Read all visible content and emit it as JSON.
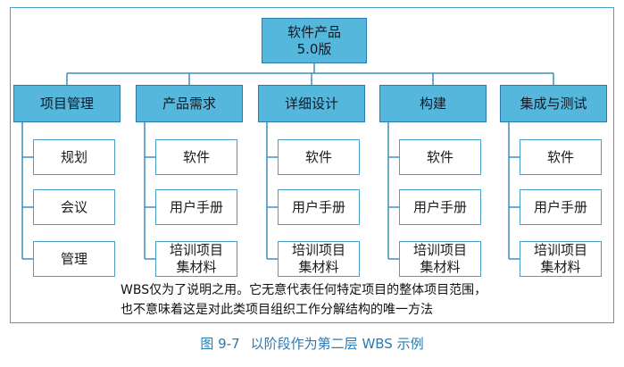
{
  "root": {
    "line1": "软件产品",
    "line2": "5.0版"
  },
  "branches": [
    {
      "label": "项目管理",
      "children": [
        "规划",
        "会议",
        "管理"
      ]
    },
    {
      "label": "产品需求",
      "children": [
        "软件",
        "用户手册",
        "培训项目集材料"
      ]
    },
    {
      "label": "详细设计",
      "children": [
        "软件",
        "用户手册",
        "培训项目集材料"
      ]
    },
    {
      "label": "构建",
      "children": [
        "软件",
        "用户手册",
        "培训项目集材料"
      ]
    },
    {
      "label": "集成与测试",
      "children": [
        "软件",
        "用户手册",
        "培训项目集材料"
      ]
    }
  ],
  "note": {
    "line1": "WBS仅为了说明之用。它无意代表任何特定项目的整体项目范围，",
    "line2": "也不意味着这是对此类项目组织工作分解结构的唯一方法"
  },
  "caption": {
    "figure_no": "图 9-7",
    "title": "以阶段作为第二层 WBS 示例"
  }
}
